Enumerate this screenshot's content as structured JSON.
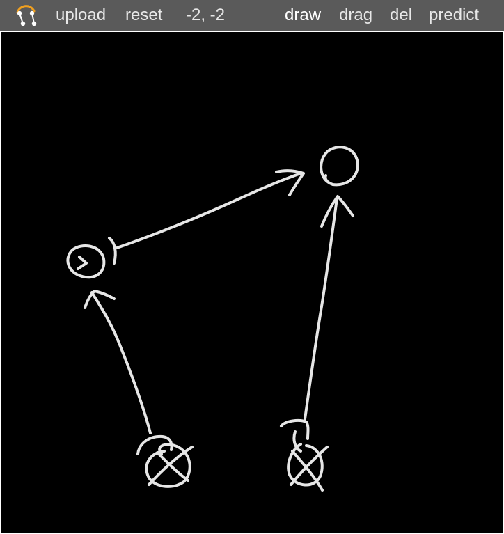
{
  "toolbar": {
    "logo_icon": "graph-node-logo-icon",
    "upload_label": "upload",
    "reset_label": "reset",
    "coordinates": "-2, -2",
    "modes": {
      "draw": "draw",
      "drag": "drag",
      "del": "del",
      "predict": "predict"
    },
    "active_mode": "draw"
  },
  "canvas": {
    "background": "#000000",
    "stroke_color": "#e6e6e6"
  },
  "colors": {
    "toolbar_bg": "#5a5a5a",
    "toolbar_text": "#e8e8e8",
    "logo_accent": "#f0a020"
  }
}
